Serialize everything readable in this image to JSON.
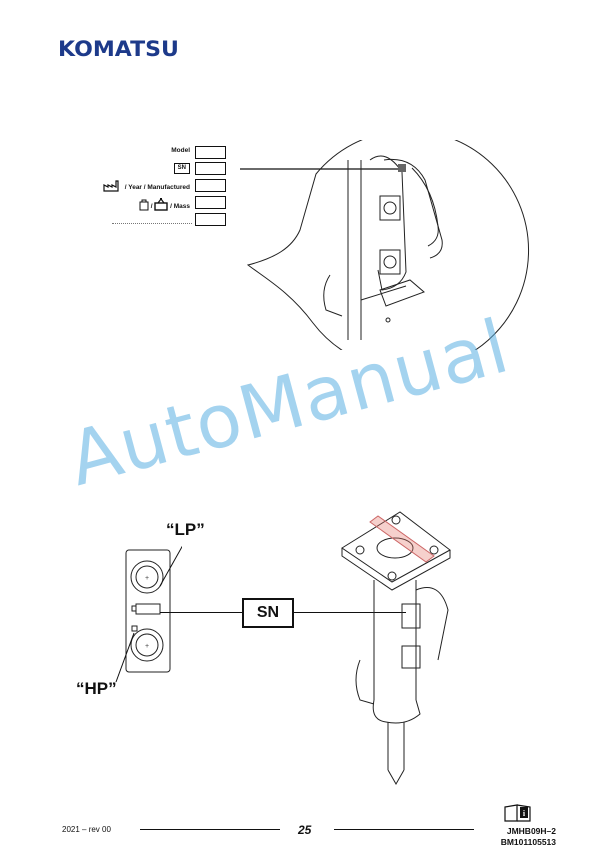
{
  "header": {
    "brand": "KOMATSU"
  },
  "plate": {
    "model_label": "Model",
    "sn_label": "SN",
    "year_label": "/ Year / Manufactured",
    "mass_separator": "/",
    "mass_label": "/ Mass"
  },
  "callouts": {
    "lp": "“LP”",
    "hp": "“HP”",
    "sn": "SN"
  },
  "watermark": "AutoManual",
  "footer": {
    "revision": "2021 – rev 00",
    "page": "25",
    "doc_code_1": "JMHB09H–2",
    "doc_code_2": "BM101105513"
  },
  "icons": [
    "factory-icon",
    "battery-icon",
    "weight-icon",
    "info-manual-icon"
  ]
}
